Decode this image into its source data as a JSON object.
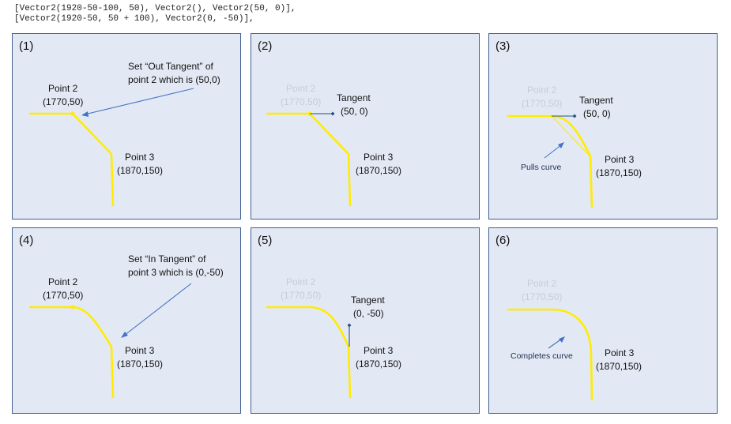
{
  "code_lines": [
    "[Vector2(1920-50-100, 50), Vector2(), Vector2(50, 0)],",
    "[Vector2(1920-50, 50 + 100), Vector2(0, -50)],"
  ],
  "panels": [
    {
      "step": "(1)",
      "point2_name": "Point 2",
      "point2_coords": "(1770,50)",
      "point3_name": "Point 3",
      "point3_coords": "(1870,150)",
      "note_line1": "Set “Out Tangent” of",
      "note_line2": "point 2 which is (50,0)"
    },
    {
      "step": "(2)",
      "point2_name": "Point 2",
      "point2_coords": "(1770,50)",
      "point3_name": "Point 3",
      "point3_coords": "(1870,150)",
      "tangent_title": "Tangent",
      "tangent_value": "(50, 0)"
    },
    {
      "step": "(3)",
      "point2_name": "Point 2",
      "point2_coords": "(1770,50)",
      "point3_name": "Point 3",
      "point3_coords": "(1870,150)",
      "tangent_title": "Tangent",
      "tangent_value": "(50, 0)",
      "note": "Pulls curve"
    },
    {
      "step": "(4)",
      "point2_name": "Point 2",
      "point2_coords": "(1770,50)",
      "point3_name": "Point 3",
      "point3_coords": "(1870,150)",
      "note_line1": "Set “In Tangent” of",
      "note_line2": "point 3 which is (0,-50)"
    },
    {
      "step": "(5)",
      "point2_name": "Point 2",
      "point2_coords": "(1770,50)",
      "point3_name": "Point 3",
      "point3_coords": "(1870,150)",
      "tangent_title": "Tangent",
      "tangent_value": "(0, -50)"
    },
    {
      "step": "(6)",
      "point2_name": "Point 2",
      "point2_coords": "(1770,50)",
      "point3_name": "Point 3",
      "point3_coords": "(1870,150)",
      "note": "Completes curve"
    }
  ],
  "colors": {
    "panel_bg": "#e3e9f4",
    "panel_border": "#3f5f8f",
    "curve": "#ffec00",
    "arrow": "#4472c4",
    "tangent": "#2a4f86",
    "dim_text": "#c5ccd9"
  }
}
